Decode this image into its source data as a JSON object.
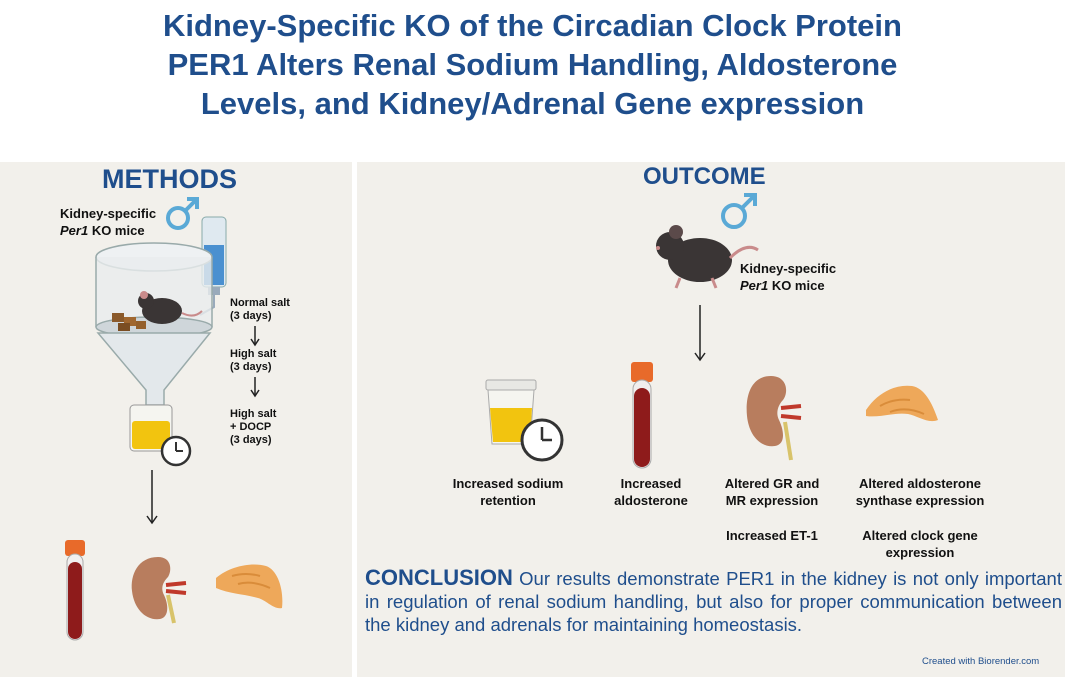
{
  "title": {
    "line1": "Kidney-Specific KO of the Circadian Clock Protein",
    "line2": "PER1 Alters Renal Sodium Handling, Aldosterone",
    "line3": "Levels, and Kidney/Adrenal Gene expression"
  },
  "methods": {
    "heading": "METHODS",
    "mouse_label_line1": "Kidney-specific",
    "mouse_label_gene": "Per1",
    "mouse_label_rest": " KO mice",
    "steps": [
      {
        "line1": "Normal salt",
        "line2": "(3 days)"
      },
      {
        "line1": "High salt",
        "line2": "(3 days)"
      },
      {
        "line1": "High salt",
        "line2": "+ DOCP",
        "line3": "(3 days)"
      }
    ]
  },
  "outcome": {
    "heading": "OUTCOME",
    "mouse_label_line1": "Kidney-specific",
    "mouse_label_gene": "Per1",
    "mouse_label_rest": " KO mice",
    "results": [
      {
        "line1": "Increased sodium",
        "line2": "retention"
      },
      {
        "line1": "Increased",
        "line2": "aldosterone"
      },
      {
        "line1": "Altered GR and",
        "line2": "MR expression",
        "extra": "Increased ET-1"
      },
      {
        "line1": "Altered  aldosterone",
        "line2": "synthase expression",
        "extra_line1": "Altered clock gene",
        "extra_line2": "expression"
      }
    ]
  },
  "conclusion": {
    "heading": "CONCLUSION",
    "text": "Our results demonstrate PER1 in the kidney is not only important in regulation of renal sodium handling, but also for proper communication between the kidney and adrenals for maintaining homeostasis."
  },
  "credit": "Created with Biorender.com",
  "colors": {
    "title_blue": "#1f4e8c",
    "panel_bg": "#f2f0eb",
    "male_symbol": "#5aa9d6",
    "blood": "#8e1b1b",
    "urine": "#f2c40f",
    "kidney": "#b87d5e",
    "adrenal": "#eea85a"
  },
  "icons": [
    "male-symbol-icon",
    "mouse-icon",
    "metabolic-cage-icon",
    "water-bottle-icon",
    "clock-icon",
    "blood-tube-icon",
    "kidney-icon",
    "adrenal-gland-icon",
    "urine-cup-icon",
    "arrow-down-icon"
  ]
}
